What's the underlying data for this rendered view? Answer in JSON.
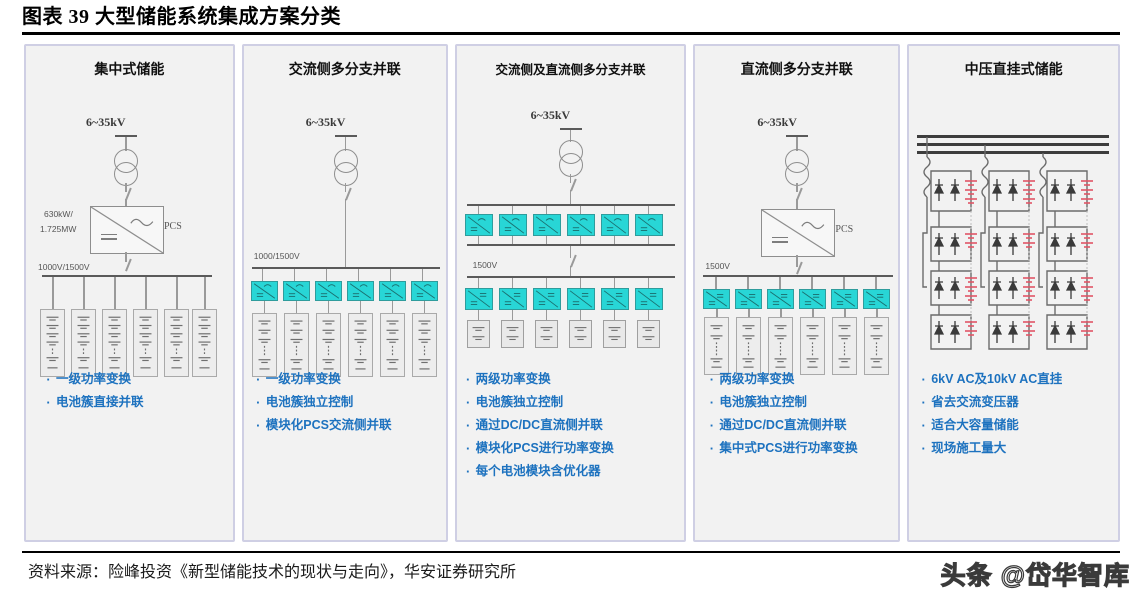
{
  "title": "图表 39 大型储能系统集成方案分类",
  "footer": {
    "source": "资料来源：险峰投资《新型储能技术的现状与走向》，华安证券研究所",
    "watermark": "头条 @岱华智库"
  },
  "colors": {
    "bullet_blue": "#1d72bf",
    "module_cyan": "#28d6d6",
    "battery_red": "#e8737f",
    "panel_bg": "#f2f2f2",
    "panel_border": "#cfcfe4"
  },
  "panels": [
    {
      "title": "集中式储能",
      "labels": {
        "grid_voltage": "6~35kV",
        "power_rating_1": "630kW/",
        "power_rating_2": "1.725MW",
        "converter": "PCS",
        "dc_voltage": "1000V/1500V"
      },
      "bullets": [
        "一级功率变换",
        "电池簇直接并联"
      ]
    },
    {
      "title": "交流侧多分支并联",
      "labels": {
        "grid_voltage": "6~35kV",
        "dc_voltage": "1000/1500V"
      },
      "bullets": [
        "一级功率变换",
        "电池簇独立控制",
        "模块化PCS交流侧并联"
      ]
    },
    {
      "title": "交流侧及直流侧多分支并联",
      "labels": {
        "grid_voltage": "6~35kV",
        "dc_voltage": "1500V"
      },
      "bullets": [
        "两级功率变换",
        "电池簇独立控制",
        "通过DC/DC直流侧并联",
        "模块化PCS进行功率变换",
        "每个电池模块含优化器"
      ]
    },
    {
      "title": "直流侧多分支并联",
      "labels": {
        "grid_voltage": "6~35kV",
        "converter": "PCS",
        "dc_voltage": "1500V"
      },
      "bullets": [
        "两级功率变换",
        "电池簇独立控制",
        "通过DC/DC直流侧并联",
        "集中式PCS进行功率变换"
      ]
    },
    {
      "title": "中压直挂式储能",
      "labels": {},
      "bullets": [
        "6kV AC及10kV AC直挂",
        "省去交流变压器",
        "适合大容量储能",
        "现场施工量大"
      ]
    }
  ]
}
